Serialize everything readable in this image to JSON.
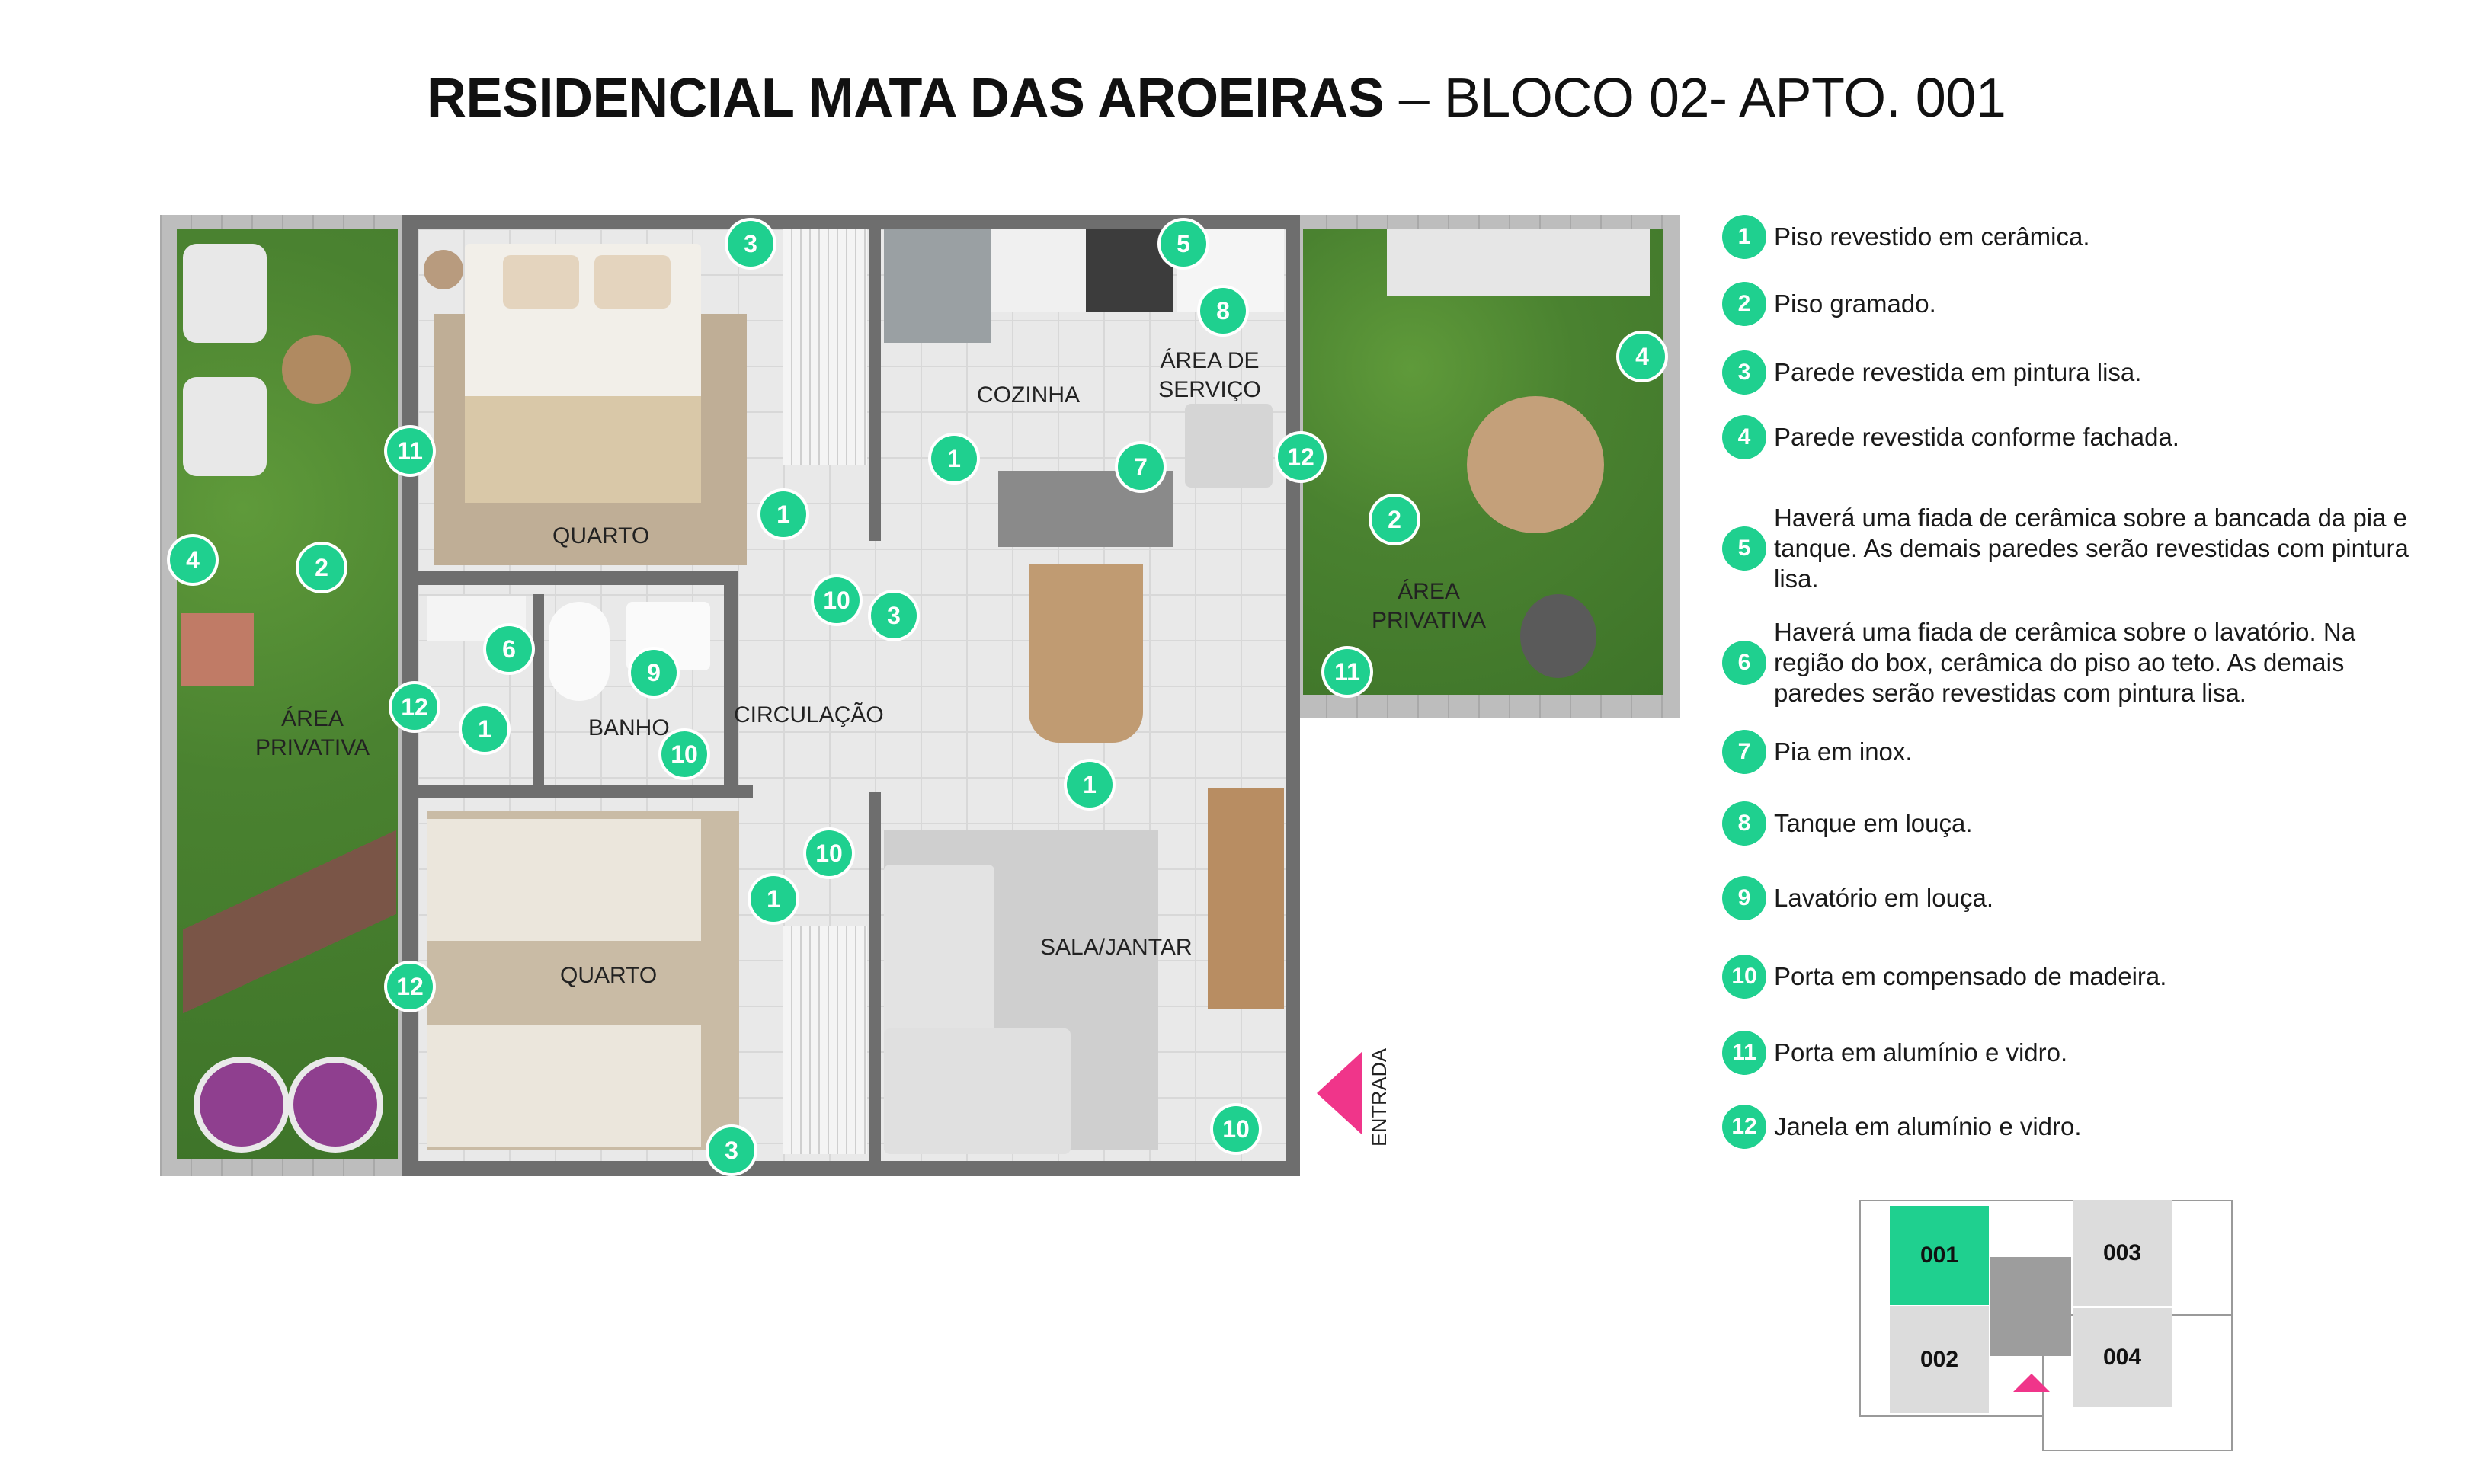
{
  "title": {
    "bold": "RESIDENCIAL MATA DAS AROEIRAS",
    "light": " – BLOCO 02- APTO. 001"
  },
  "rooms": {
    "quarto_top": "QUARTO",
    "quarto_bottom": "QUARTO",
    "cozinha": "COZINHA",
    "area_servico_1": "ÁREA DE",
    "area_servico_2": "SERVIÇO",
    "banho": "BANHO",
    "circulacao": "CIRCULAÇÃO",
    "sala": "SALA/JANTAR",
    "area_priv_left_1": "ÁREA",
    "area_priv_left_2": "PRIVATIVA",
    "area_priv_right_1": "ÁREA",
    "area_priv_right_2": "PRIVATIVA",
    "entrada": "ENTRADA"
  },
  "badges": {
    "b1": "3",
    "b2": "5",
    "b3": "8",
    "b4": "4",
    "b5": "11",
    "b6": "1",
    "b7": "7",
    "b8": "12",
    "b9": "1",
    "b10": "2",
    "b11": "4",
    "b12": "2",
    "b13": "10",
    "b14": "3",
    "b15": "6",
    "b16": "9",
    "b17": "12",
    "b18": "1",
    "b19": "10",
    "b20": "11",
    "b21": "1",
    "b22": "10",
    "b23": "1",
    "b24": "12",
    "b25": "3",
    "b26": "10"
  },
  "legend": [
    {
      "num": "1",
      "text": "Piso revestido em cerâmica."
    },
    {
      "num": "2",
      "text": "Piso gramado."
    },
    {
      "num": "3",
      "text": "Parede revestida em pintura lisa."
    },
    {
      "num": "4",
      "text": "Parede revestida conforme fachada."
    },
    {
      "num": "5",
      "text": "Haverá uma fiada de cerâmica sobre a bancada da pia e tanque. As demais paredes serão revestidas com pintura lisa."
    },
    {
      "num": "6",
      "text": "Haverá uma fiada de cerâmica sobre o lavatório. Na região do box, cerâmica do piso ao teto. As demais paredes serão revestidas com pintura lisa."
    },
    {
      "num": "7",
      "text": "Pia em inox."
    },
    {
      "num": "8",
      "text": "Tanque em louça."
    },
    {
      "num": "9",
      "text": "Lavatório em louça."
    },
    {
      "num": "10",
      "text": "Porta em compensado de madeira."
    },
    {
      "num": "11",
      "text": "Porta em alumínio e vidro."
    },
    {
      "num": "12",
      "text": "Janela em alumínio e vidro."
    }
  ],
  "keymap": {
    "u001": "001",
    "u002": "002",
    "u003": "003",
    "u004": "004"
  },
  "colors": {
    "badge": "#1fd08f",
    "entrada_arrow": "#f0358a",
    "unit_highlight": "#1fd08f"
  }
}
